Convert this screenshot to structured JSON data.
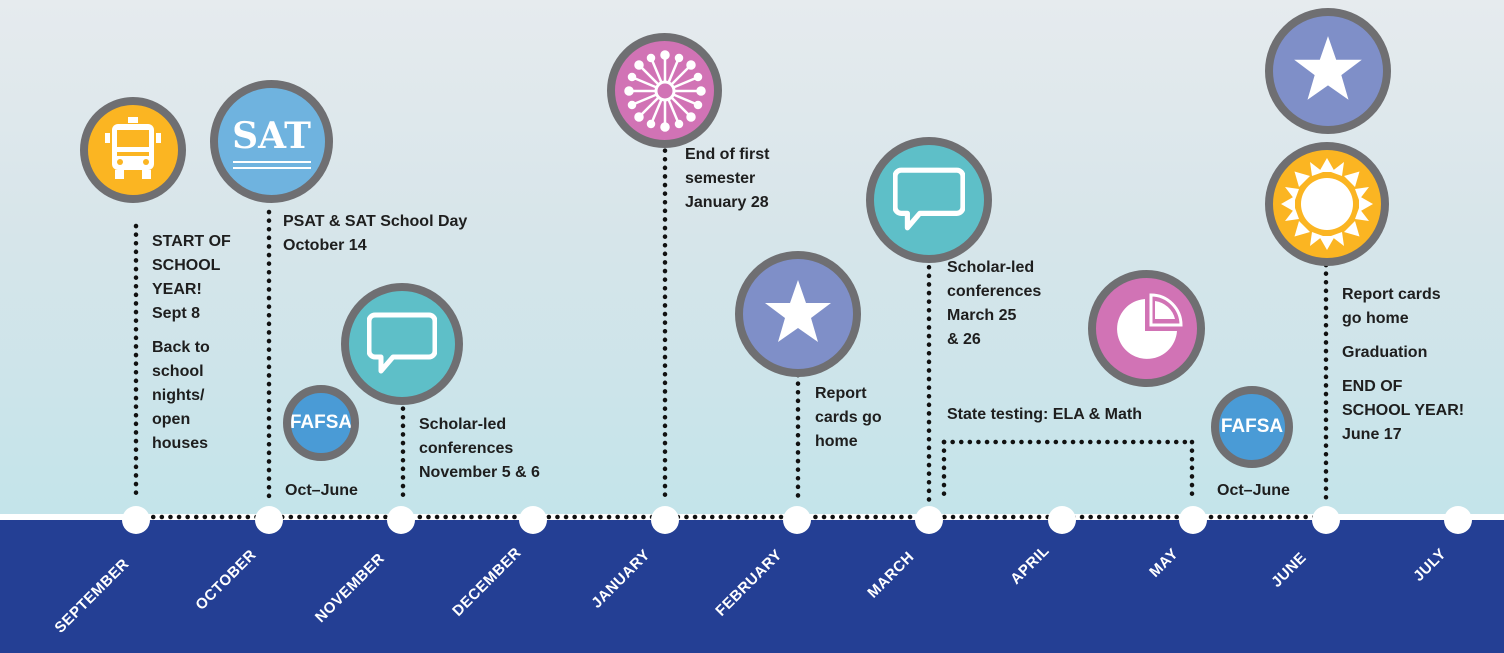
{
  "months": [
    "SEPTEMBER",
    "OCTOBER",
    "NOVEMBER",
    "DECEMBER",
    "JANUARY",
    "FEBRUARY",
    "MARCH",
    "APRIL",
    "MAY",
    "JUNE",
    "JULY"
  ],
  "events": {
    "start_year": {
      "line1": "START OF",
      "line2": "SCHOOL",
      "line3": "YEAR!",
      "line4": "Sept 8"
    },
    "back_to_school": {
      "line1": "Back to",
      "line2": "school",
      "line3": "nights/",
      "line4": "open",
      "line5": "houses"
    },
    "psat": {
      "line1": "PSAT & SAT School Day",
      "line2": "October 14"
    },
    "fafsa_fall": {
      "label": "Oct–June"
    },
    "conf_nov": {
      "line1": "Scholar-led",
      "line2": "conferences",
      "line3": "November 5 & 6"
    },
    "end_semester": {
      "line1": "End of first",
      "line2": "semester",
      "line3": "January 28"
    },
    "report_feb": {
      "line1": "Report",
      "line2": "cards go",
      "line3": "home"
    },
    "conf_mar": {
      "line1": "Scholar-led",
      "line2": "conferences",
      "line3": "March 25",
      "line4": "& 26"
    },
    "state_testing": {
      "label": "State testing: ELA & Math"
    },
    "fafsa_spring": {
      "label": "Oct–June"
    },
    "report_june": {
      "line1": "Report cards",
      "line2": "go home"
    },
    "graduation": {
      "label": "Graduation"
    },
    "end_year": {
      "line1": "END OF",
      "line2": "SCHOOL YEAR!",
      "line3": "June 17"
    }
  },
  "badges": {
    "sat": "SAT",
    "fafsa": "FAFSA"
  },
  "colors": {
    "band": "#243f94",
    "yellow": "#fbb522",
    "blue": "#5c9fd6",
    "teal": "#5ebfc8",
    "pink": "#d173b5",
    "periwinkle": "#7f8fc8",
    "ring": "#6f6f72"
  },
  "icons": [
    "school-bus-icon",
    "sat-badge-icon",
    "snowflake-icon",
    "chat-bubble-icon",
    "star-icon",
    "pie-chart-icon",
    "sun-icon",
    "fafsa-badge-icon"
  ]
}
